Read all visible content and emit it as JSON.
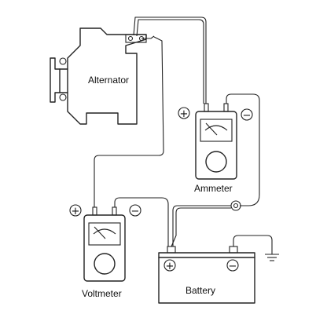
{
  "labels": {
    "alternator": "Alternator",
    "ammeter": "Ammeter",
    "voltmeter": "Voltmeter",
    "battery": "Battery"
  },
  "symbols": {
    "plus": "+",
    "minus": "−"
  },
  "colors": {
    "stroke": "#222222",
    "background": "#ffffff"
  }
}
